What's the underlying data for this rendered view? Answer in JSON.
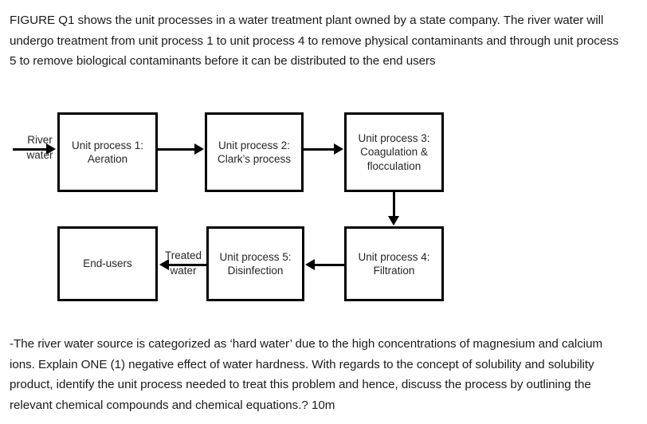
{
  "document": {
    "intro_paragraph": "FIGURE Q1 shows the unit processes in a water treatment plant owned by a state company. The river water will undergo treatment from unit process 1 to unit process 4 to remove physical contaminants and through unit process 5 to remove biological contaminants before it can be distributed to the end users",
    "closing_paragraph": "-The river water source is categorized as ‘hard water’ due to the high concentrations of magnesium and calcium ions. Explain ONE (1) negative effect of water hardness. With regards to the concept of solubility and solubility product, identify the unit process needed to treat this problem and hence, discuss the process by outlining the relevant chemical compounds and chemical equations.? 10m"
  },
  "diagram": {
    "type": "flowchart",
    "nodes": [
      {
        "id": "unit-process-1",
        "line1": "Unit process 1:",
        "line2": "Aeration"
      },
      {
        "id": "unit-process-2",
        "line1": "Unit process 2:",
        "line2": "Clark’s process"
      },
      {
        "id": "unit-process-3",
        "line1": "Unit process 3:",
        "line2": "Coagulation &",
        "line3": "flocculation"
      },
      {
        "id": "unit-process-4",
        "line1": "Unit process 4:",
        "line2": "Filtration"
      },
      {
        "id": "unit-process-5",
        "line1": "Unit process 5:",
        "line2": "Disinfection"
      },
      {
        "id": "end-users",
        "line1": "End-users"
      }
    ],
    "edge_labels": {
      "inlet_line1": "River",
      "inlet_line2": "water",
      "treated_line1": "Treated",
      "treated_line2": "water"
    },
    "colors": {
      "stroke": "#000000",
      "node_text": "#262626",
      "background": "#ffffff"
    }
  }
}
